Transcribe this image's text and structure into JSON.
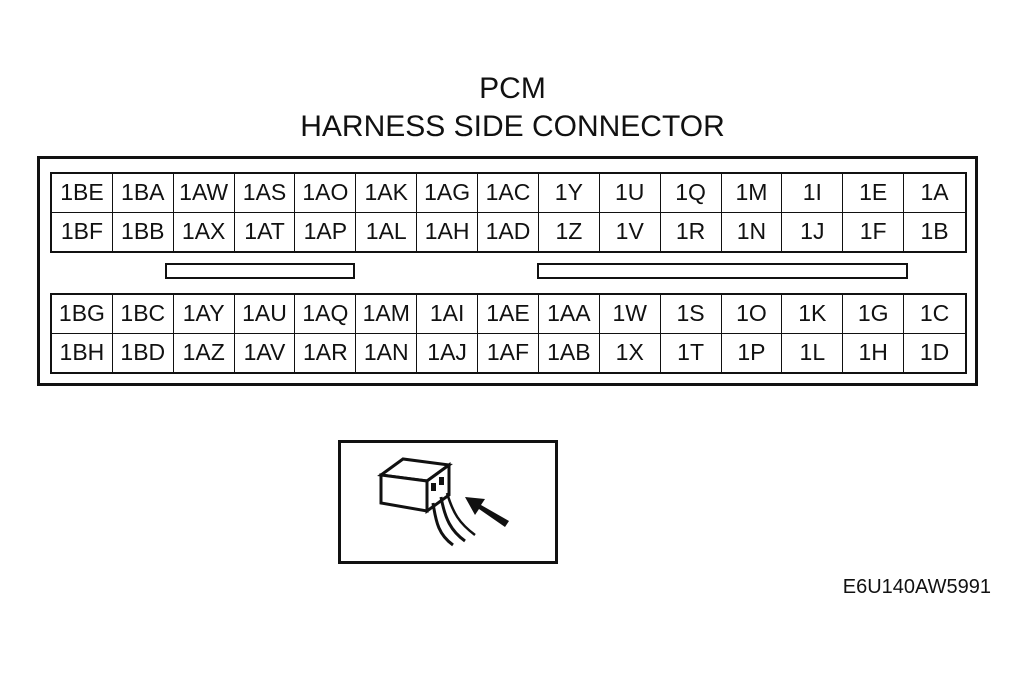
{
  "title": "PCM",
  "subtitle": "HARNESS SIDE CONNECTOR",
  "top_block": [
    [
      "1BE",
      "1BA",
      "1AW",
      "1AS",
      "1AO",
      "1AK",
      "1AG",
      "1AC",
      "1Y",
      "1U",
      "1Q",
      "1M",
      "1I",
      "1E",
      "1A"
    ],
    [
      "1BF",
      "1BB",
      "1AX",
      "1AT",
      "1AP",
      "1AL",
      "1AH",
      "1AD",
      "1Z",
      "1V",
      "1R",
      "1N",
      "1J",
      "1F",
      "1B"
    ]
  ],
  "bottom_block": [
    [
      "1BG",
      "1BC",
      "1AY",
      "1AU",
      "1AQ",
      "1AM",
      "1AI",
      "1AE",
      "1AA",
      "1W",
      "1S",
      "1O",
      "1K",
      "1G",
      "1C"
    ],
    [
      "1BH",
      "1BD",
      "1AZ",
      "1AV",
      "1AR",
      "1AN",
      "1AJ",
      "1AF",
      "1AB",
      "1X",
      "1T",
      "1P",
      "1L",
      "1H",
      "1D"
    ]
  ],
  "view_icon": "harness-side-view-icon",
  "figure_code": "E6U140AW5991"
}
